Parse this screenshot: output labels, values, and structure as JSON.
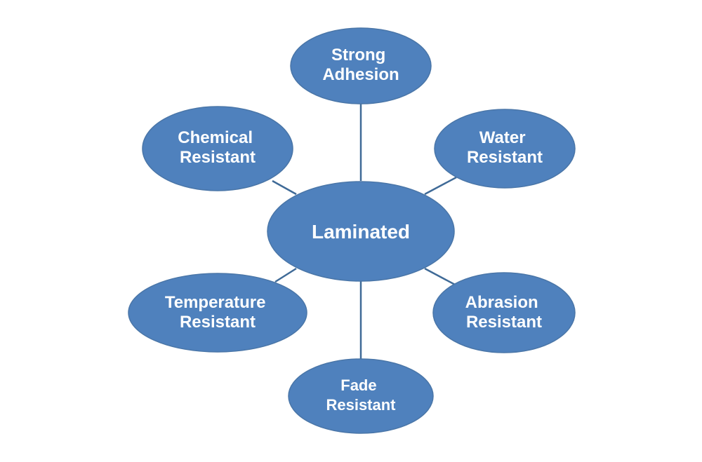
{
  "colors": {
    "node_fill": "#4f81bd",
    "node_stroke": "#4a76a8",
    "connector": "#3f6a97",
    "text": "#ffffff",
    "background": "#ffffff"
  },
  "diagram": {
    "center": {
      "label": "Laminated"
    },
    "nodes": [
      {
        "id": "strong-adhesion",
        "lines": [
          "Strong",
          "Adhesion"
        ]
      },
      {
        "id": "water-resistant",
        "lines": [
          "Water",
          "Resistant"
        ]
      },
      {
        "id": "abrasion-resistant",
        "lines": [
          "Abrasion",
          "Resistant"
        ]
      },
      {
        "id": "fade-resistant",
        "lines": [
          "Fade",
          "Resistant"
        ]
      },
      {
        "id": "temperature-resistant",
        "lines": [
          "Temperature",
          "Resistant"
        ]
      },
      {
        "id": "chemical-resistant",
        "lines": [
          "Chemical",
          "Resistant"
        ]
      }
    ]
  }
}
